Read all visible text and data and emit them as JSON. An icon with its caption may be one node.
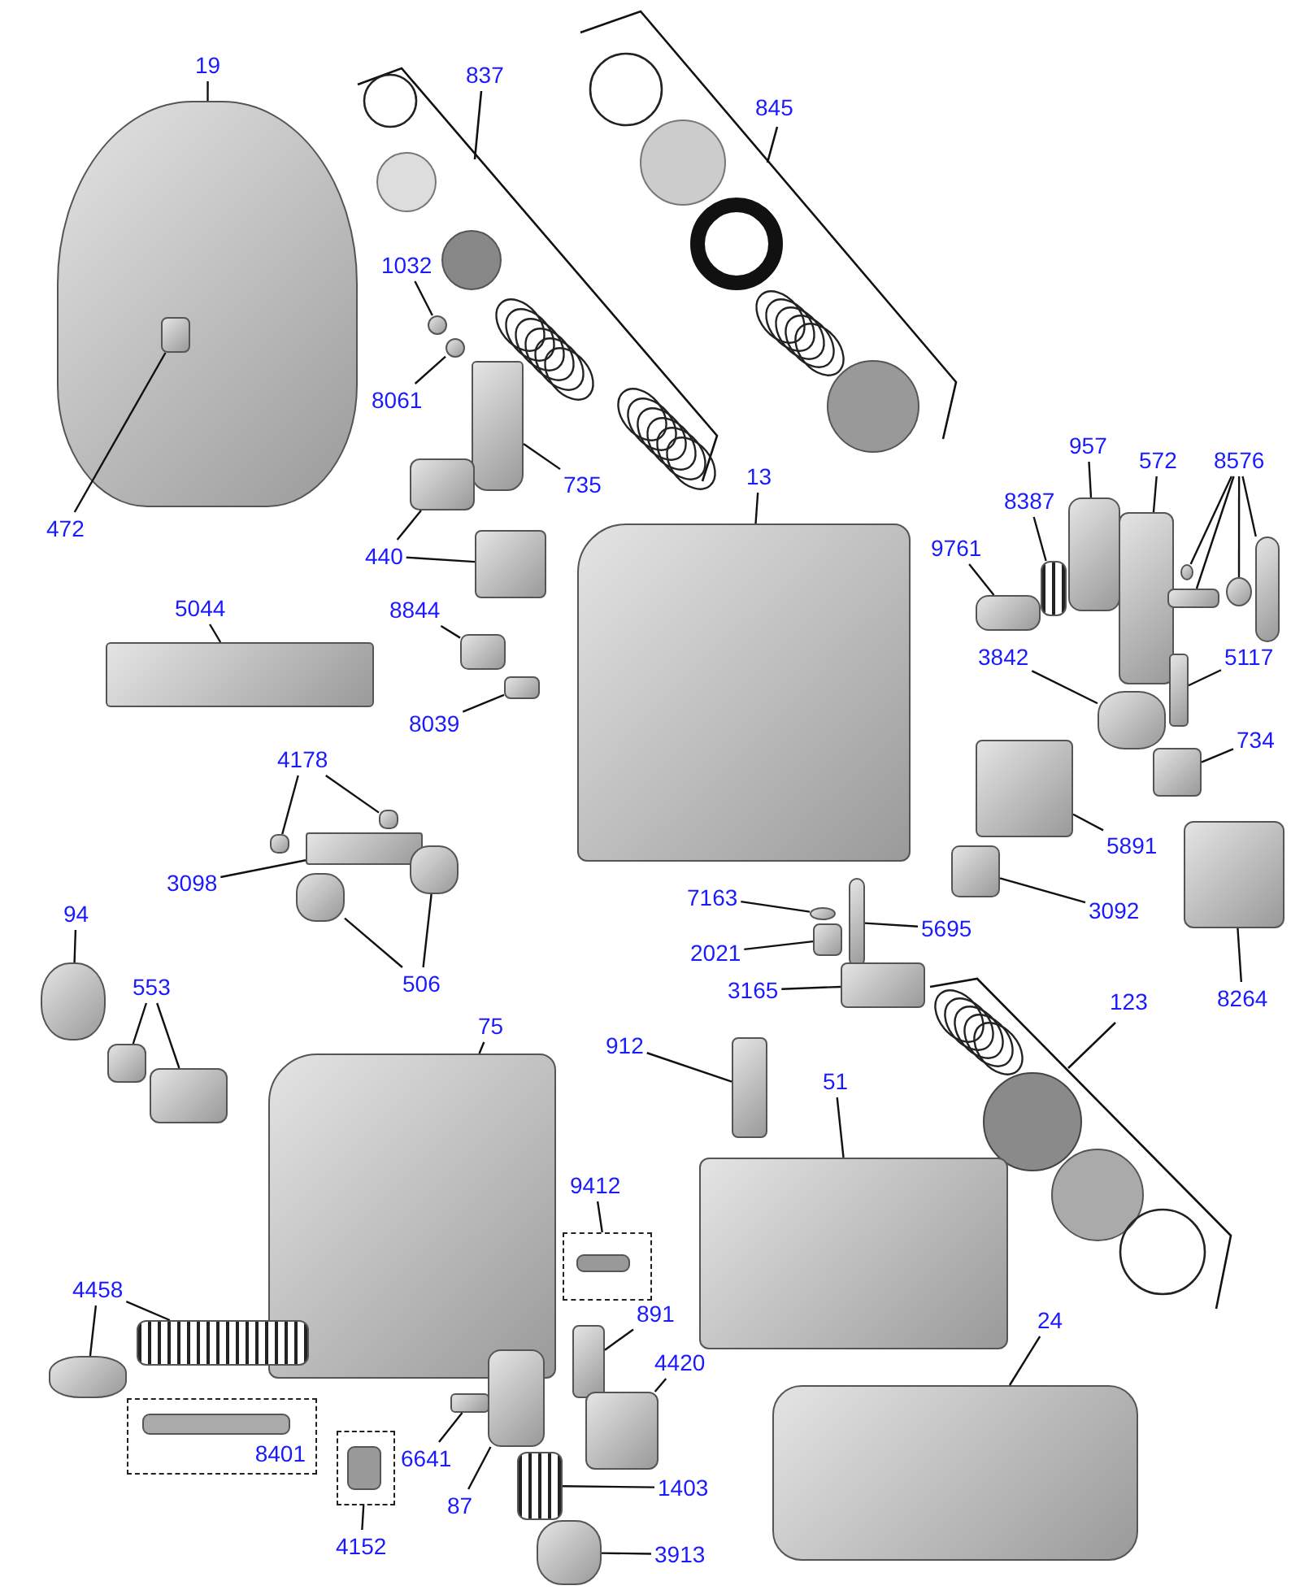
{
  "diagram": {
    "nodes": [
      {
        "text": [
          "19"
        ]
      },
      {
        "text": [],
        "shape": "picture"
      },
      {
        "text": [
          "472"
        ]
      },
      {
        "text": [],
        "shape": "picture",
        "in": 1
      },
      {
        "text": [
          "1032"
        ]
      },
      {
        "text": [],
        "shape": "picture"
      },
      {
        "text": [
          "8061"
        ]
      },
      {
        "text": [],
        "shape": "picture"
      },
      {
        "text": [
          "735"
        ]
      },
      {
        "text": [],
        "shape": "picture"
      },
      {
        "text": [
          "440"
        ]
      },
      {
        "text": [],
        "shape": "picture"
      },
      {
        "text": [],
        "shape": "picture"
      },
      {
        "text": [
          "5044"
        ]
      },
      {
        "text": [],
        "shape": "picture"
      },
      {
        "text": [
          "8844"
        ]
      },
      {
        "text": [],
        "shape": "picture"
      },
      {
        "text": [
          "8039"
        ]
      },
      {
        "text": [],
        "shape": "picture"
      },
      {
        "text": [
          "13"
        ]
      },
      {
        "text": [],
        "shape": "picture"
      },
      {
        "text": [
          "957"
        ]
      },
      {
        "text": [],
        "shape": "picture"
      },
      {
        "text": [
          "572"
        ]
      },
      {
        "text": [],
        "shape": "picture"
      },
      {
        "text": [
          "8387"
        ]
      },
      {
        "text": [],
        "shape": "picture"
      },
      {
        "text": [
          "8576"
        ]
      },
      {
        "text": [],
        "shape": "picture"
      },
      {
        "text": [],
        "shape": "picture"
      },
      {
        "text": [],
        "shape": "picture"
      },
      {
        "text": [],
        "shape": "picture"
      },
      {
        "text": [
          "9761"
        ]
      },
      {
        "text": [],
        "shape": "picture"
      },
      {
        "text": [
          "3842"
        ]
      },
      {
        "text": [],
        "shape": "picture"
      },
      {
        "text": [
          "5117"
        ]
      },
      {
        "text": [],
        "shape": "picture"
      },
      {
        "text": [
          "734"
        ]
      },
      {
        "text": [],
        "shape": "picture"
      },
      {
        "text": [
          "5891"
        ]
      },
      {
        "text": [],
        "shape": "picture"
      },
      {
        "text": [
          "3092"
        ]
      },
      {
        "text": [],
        "shape": "picture"
      },
      {
        "text": [
          "8264"
        ]
      },
      {
        "text": [],
        "shape": "picture"
      },
      {
        "text": [
          "7163"
        ]
      },
      {
        "text": [],
        "shape": "picture"
      },
      {
        "text": [
          "5695"
        ]
      },
      {
        "text": [],
        "shape": "picture"
      },
      {
        "text": [
          "2021"
        ]
      },
      {
        "text": [],
        "shape": "picture"
      },
      {
        "text": [
          "3165"
        ]
      },
      {
        "text": [],
        "shape": "picture"
      },
      {
        "text": [
          "912"
        ]
      },
      {
        "text": [],
        "shape": "picture"
      },
      {
        "text": [
          "51"
        ]
      },
      {
        "text": [],
        "shape": "picture"
      },
      {
        "text": [
          "24"
        ]
      },
      {
        "text": [],
        "shape": "picture"
      },
      {
        "text": [
          "4178"
        ]
      },
      {
        "text": [],
        "shape": "picture"
      },
      {
        "text": [],
        "shape": "picture"
      },
      {
        "text": [
          "3098"
        ]
      },
      {
        "text": [],
        "shape": "picture"
      },
      {
        "text": [
          "506"
        ]
      },
      {
        "text": [],
        "shape": "picture"
      },
      {
        "text": [],
        "shape": "picture"
      },
      {
        "text": [
          "94"
        ]
      },
      {
        "text": [],
        "shape": "picture"
      },
      {
        "text": [
          "553"
        ]
      },
      {
        "text": [],
        "shape": "picture"
      },
      {
        "text": [],
        "shape": "picture"
      },
      {
        "text": [
          "75"
        ]
      },
      {
        "text": [],
        "shape": "picture"
      },
      {
        "text": [
          "9412"
        ]
      },
      {
        "text": [],
        "shape": "box"
      },
      {
        "text": [
          "4458"
        ]
      },
      {
        "text": [],
        "shape": "picture"
      },
      {
        "text": [],
        "shape": "picture"
      },
      {
        "text": [
          "891"
        ]
      },
      {
        "text": [],
        "shape": "picture"
      },
      {
        "text": [
          "8401"
        ]
      },
      {
        "text": [
          "4420"
        ]
      },
      {
        "text": [],
        "shape": "picture"
      },
      {
        "text": [
          "6641"
        ]
      },
      {
        "text": [],
        "shape": "picture"
      },
      {
        "text": [
          "87"
        ]
      },
      {
        "text": [],
        "shape": "picture"
      },
      {
        "text": [
          "1403"
        ]
      },
      {
        "text": [],
        "shape": "picture"
      },
      {
        "text": [
          "4152"
        ]
      },
      {
        "text": [],
        "shape": "box"
      },
      {
        "text": [
          "3913"
        ]
      },
      {
        "text": [],
        "shape": "picture"
      }
    ],
    "edges": [
      {
        "from": 0,
        "to": 1,
        "arrow": "none"
      },
      {
        "from": 2,
        "to": 3,
        "arrow": "none"
      },
      {
        "from": 4,
        "to": 5,
        "arrow": "none"
      },
      {
        "from": 6,
        "to": 7,
        "arrow": "none"
      },
      {
        "from": 8,
        "to": 9,
        "arrow": "none"
      },
      {
        "from": 10,
        "to": 11,
        "arrow": "none"
      },
      {
        "from": 10,
        "to": 12,
        "arrow": "none"
      },
      {
        "from": 13,
        "to": 14,
        "arrow": "none"
      },
      {
        "from": 15,
        "to": 16,
        "arrow": "none"
      },
      {
        "from": 17,
        "to": 18,
        "arrow": "none"
      },
      {
        "from": 19,
        "to": 20,
        "arrow": "none"
      },
      {
        "from": 21,
        "to": 22,
        "arrow": "none"
      },
      {
        "from": 23,
        "to": 24,
        "arrow": "none"
      },
      {
        "from": 25,
        "to": 26,
        "arrow": "none"
      },
      {
        "from": 27,
        "to": 28,
        "arrow": "none"
      },
      {
        "from": 27,
        "to": 29,
        "arrow": "none"
      },
      {
        "from": 27,
        "to": 30,
        "arrow": "none"
      },
      {
        "from": 27,
        "to": 31,
        "arrow": "none"
      },
      {
        "from": 32,
        "to": 33,
        "arrow": "none"
      },
      {
        "from": 34,
        "to": 35,
        "arrow": "none"
      },
      {
        "from": 36,
        "to": 37,
        "arrow": "none"
      },
      {
        "from": 38,
        "to": 39,
        "arrow": "none"
      },
      {
        "from": 40,
        "to": 41,
        "arrow": "none"
      },
      {
        "from": 42,
        "to": 43,
        "arrow": "none"
      },
      {
        "from": 44,
        "to": 45,
        "arrow": "none"
      },
      {
        "from": 46,
        "to": 47,
        "arrow": "none"
      },
      {
        "from": 48,
        "to": 49,
        "arrow": "none"
      },
      {
        "from": 50,
        "to": 51,
        "arrow": "none"
      },
      {
        "from": 52,
        "to": 53,
        "arrow": "none"
      },
      {
        "from": 54,
        "to": 55,
        "arrow": "none"
      },
      {
        "from": 56,
        "to": 57,
        "arrow": "none"
      },
      {
        "from": 58,
        "to": 59,
        "arrow": "none"
      },
      {
        "from": 60,
        "to": 61,
        "arrow": "none"
      },
      {
        "from": 60,
        "to": 62,
        "arrow": "none"
      },
      {
        "from": 63,
        "to": 64,
        "arrow": "none"
      },
      {
        "from": 65,
        "to": 66,
        "arrow": "none"
      },
      {
        "from": 65,
        "to": 67,
        "arrow": "none"
      },
      {
        "from": 68,
        "to": 69,
        "arrow": "none"
      },
      {
        "from": 70,
        "to": 71,
        "arrow": "none"
      },
      {
        "from": 70,
        "to": 72,
        "arrow": "none"
      },
      {
        "from": 73,
        "to": 74,
        "arrow": "none"
      },
      {
        "from": 75,
        "to": 76,
        "arrow": "none"
      },
      {
        "from": 77,
        "to": 78,
        "arrow": "none"
      },
      {
        "from": 77,
        "to": 79,
        "arrow": "none"
      },
      {
        "from": 80,
        "to": 81,
        "arrow": "none"
      },
      {
        "from": 83,
        "to": 84,
        "arrow": "none"
      },
      {
        "from": 85,
        "to": 86,
        "arrow": "none"
      },
      {
        "from": 87,
        "to": 88,
        "arrow": "none"
      },
      {
        "from": 89,
        "to": 90,
        "arrow": "none"
      },
      {
        "from": 91,
        "to": 92,
        "arrow": "none"
      },
      {
        "from": 93,
        "to": 94,
        "arrow": "none"
      }
    ],
    "labels": [
      "837",
      "845",
      "123"
    ]
  }
}
